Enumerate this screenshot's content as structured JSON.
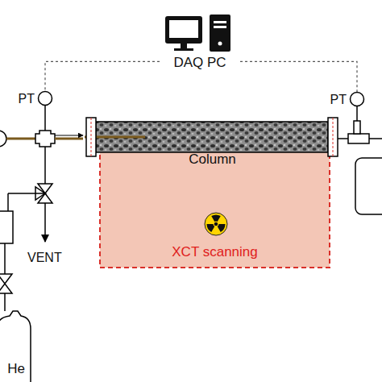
{
  "diagram": {
    "nodes": [
      {
        "text": [
          "DAQ PC"
        ]
      },
      {
        "text": [
          "PT"
        ]
      },
      {
        "text": [
          "PT"
        ]
      },
      {
        "text": [
          "XCT scanning"
        ]
      },
      {
        "text": [
          "Column"
        ],
        "in": 3
      },
      {
        "text": [
          "He"
        ]
      }
    ],
    "edges": [
      {
        "from": 0,
        "to": 1,
        "arrow": "none"
      },
      {
        "from": 0,
        "to": 2,
        "arrow": "none"
      }
    ],
    "labels": [
      "VENT"
    ]
  }
}
